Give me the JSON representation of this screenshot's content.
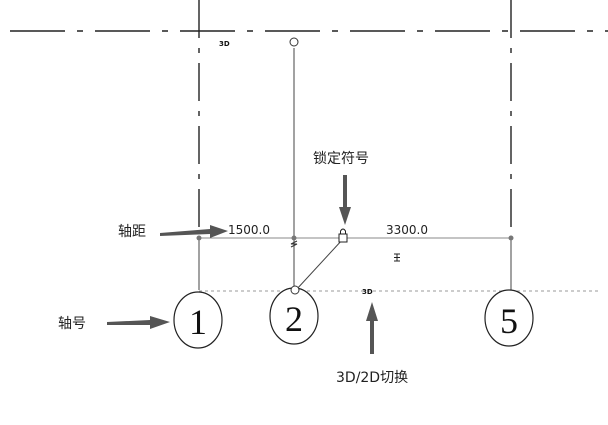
{
  "grids": [
    {
      "id": "1",
      "label": "1"
    },
    {
      "id": "2",
      "label": "2"
    },
    {
      "id": "5",
      "label": "5"
    }
  ],
  "dimensions": {
    "d1": "1500.0",
    "d2": "3300.0"
  },
  "toggles": {
    "top": "3D",
    "mid": "3D"
  },
  "annotations": {
    "lock_symbol": "锁定符号",
    "grid_spacing": "轴距",
    "grid_number": "轴号",
    "toggle_3d_2d": "3D/2D切换"
  },
  "colors": {
    "ink": "#222222",
    "arrow": "#555555",
    "dim_line": "#888888",
    "dash_line": "#999999"
  }
}
